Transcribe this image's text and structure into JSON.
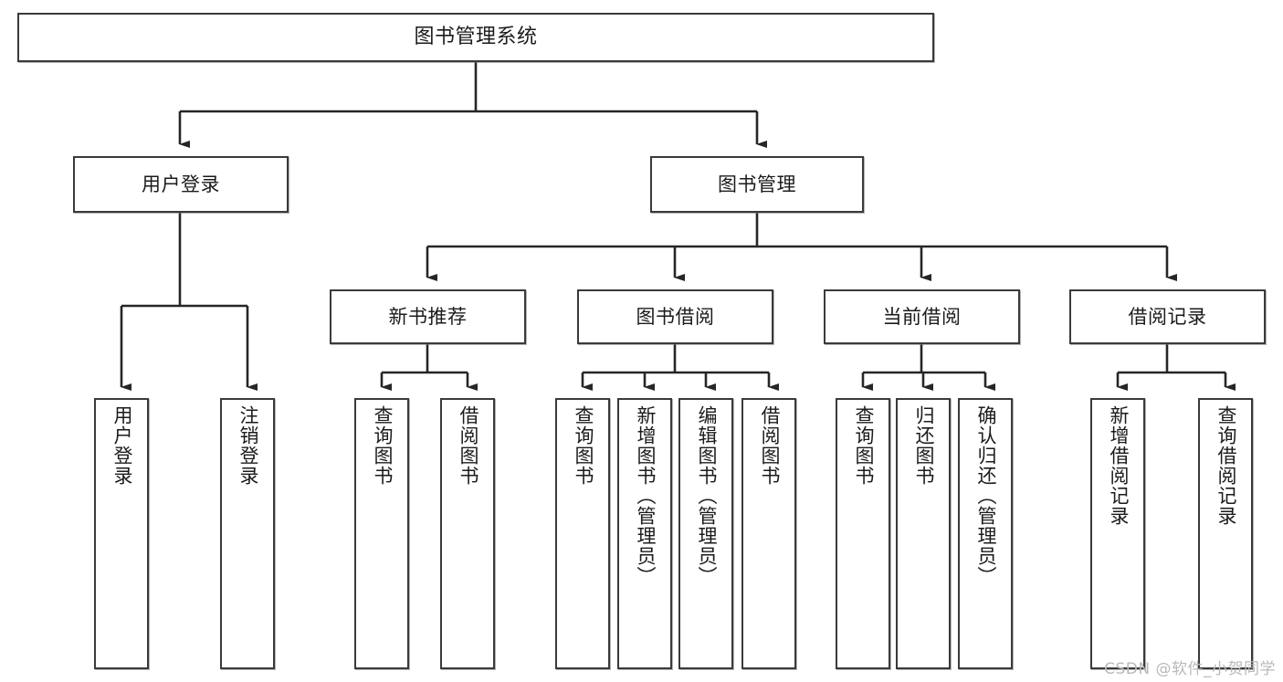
{
  "diagram": {
    "title_node": "图书管理系统",
    "watermark": "CSDN @软件_小贺同学",
    "line_color": "#3a3a3a",
    "box_fill": "#ffffff",
    "text_color": "#1b1b1b",
    "nodes": {
      "root": "图书管理系统",
      "level2": {
        "user_login": "用户登录",
        "book_manage": "图书管理"
      },
      "level3": {
        "new_book_recommend": "新书推荐",
        "book_borrow": "图书借阅",
        "current_borrow": "当前借阅",
        "borrow_record": "借阅记录"
      },
      "leaves": {
        "user_login_1": "用户登录",
        "user_login_2": "注销登录",
        "recommend_1": "查询图书",
        "recommend_2": "借阅图书",
        "borrow_1": "查询图书",
        "borrow_2": "新增图书（管理员）",
        "borrow_3": "编辑图书（管理员）",
        "borrow_4": "借阅图书",
        "current_1": "查询图书",
        "current_2": "归还图书",
        "current_3": "确认归还（管理员）",
        "record_1": "新增借阅记录",
        "record_2": "查询借阅记录"
      }
    }
  }
}
